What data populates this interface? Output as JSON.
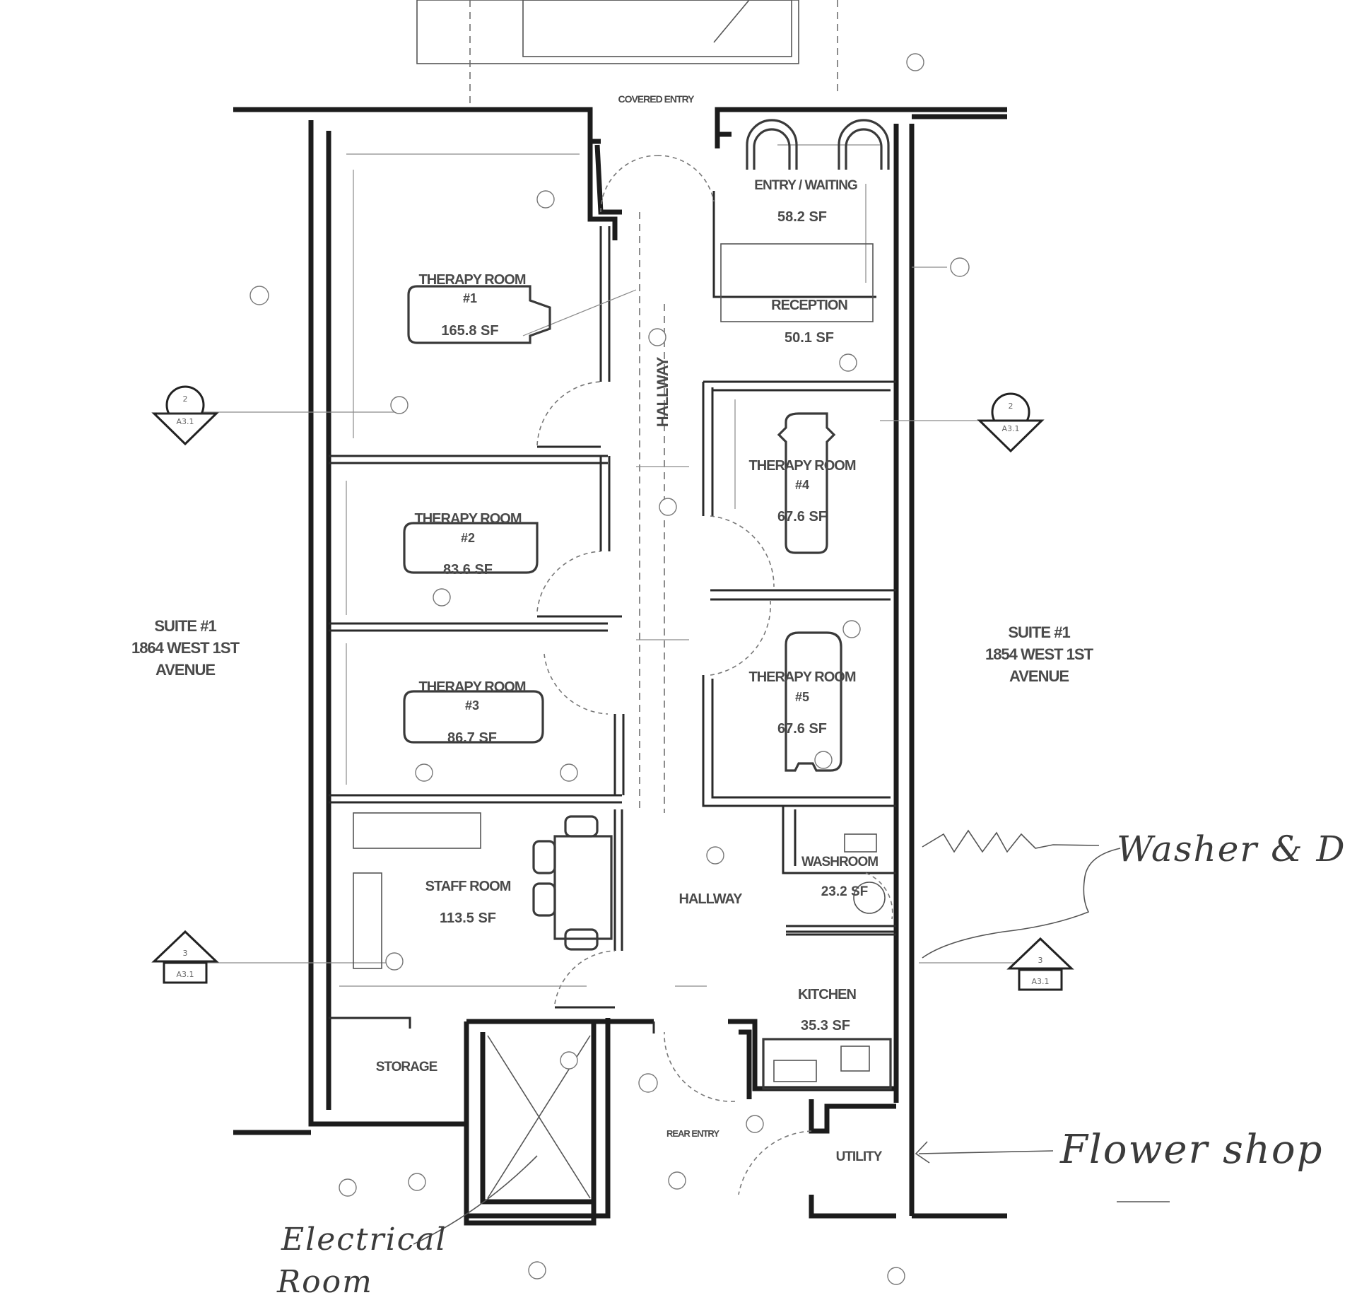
{
  "rooms": {
    "covered_entry": "COVERED ENTRY",
    "entry_waiting": {
      "name": "ENTRY / WAITING",
      "area": "58.2 SF"
    },
    "reception": {
      "name": "RECEPTION",
      "area": "50.1 SF"
    },
    "therapy_1": {
      "name": "THERAPY ROOM",
      "num": "#1",
      "area": "165.8 SF"
    },
    "therapy_2": {
      "name": "THERAPY ROOM",
      "num": "#2",
      "area": "83.6 SF"
    },
    "therapy_3": {
      "name": "THERAPY ROOM",
      "num": "#3",
      "area": "86.7 SF"
    },
    "therapy_4": {
      "name": "THERAPY ROOM",
      "num": "#4",
      "area": "67.6 SF"
    },
    "therapy_5": {
      "name": "THERAPY ROOM",
      "num": "#5",
      "area": "67.6 SF"
    },
    "hallway_upper": "HALLWAY",
    "hallway_lower": "HALLWAY",
    "washroom": {
      "name": "WASHROOM",
      "area": "23.2 SF"
    },
    "staff_room": {
      "name": "STAFF ROOM",
      "area": "113.5 SF"
    },
    "kitchen": {
      "name": "KITCHEN",
      "area": "35.3 SF"
    },
    "storage": "STORAGE",
    "rear_entry": "REAR ENTRY",
    "utility": "UTILITY"
  },
  "neighbors": {
    "left": [
      "SUITE #1",
      "1864 WEST 1ST",
      "AVENUE"
    ],
    "right": [
      "SUITE #1",
      "1854 WEST 1ST",
      "AVENUE"
    ]
  },
  "section_markers": [
    {
      "num": "2",
      "sheet": "A3.1"
    },
    {
      "num": "2",
      "sheet": "A3.1"
    },
    {
      "num": "3",
      "sheet": "A3.1"
    },
    {
      "num": "3",
      "sheet": "A3.1"
    }
  ],
  "handwritten": {
    "washer": "Washer & D",
    "flower_shop": "Flower shop",
    "electrical_1": "Electrical",
    "electrical_2": "Room"
  }
}
